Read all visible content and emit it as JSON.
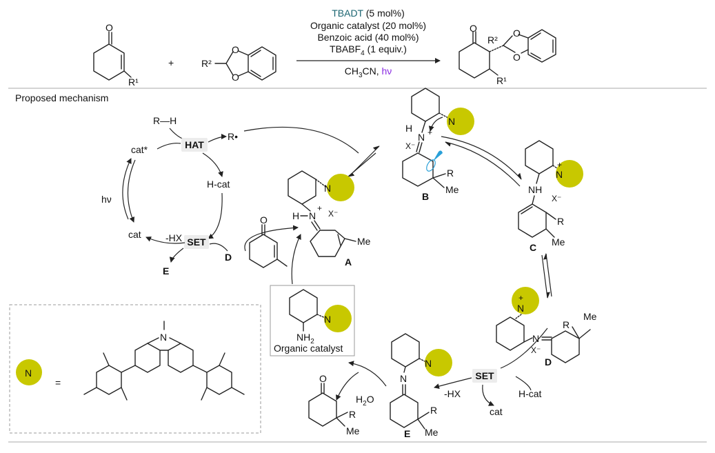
{
  "colors": {
    "teal": "#1a6470",
    "violet": "#8a2be2",
    "red": "#d01010",
    "label_bg": "#ececec",
    "ball": "#c8c800",
    "orbital": "#2aa0d8"
  },
  "reaction": {
    "sm_R1": "R¹",
    "reagent_R2": "R²",
    "cond_tbadt": "TBADT",
    "cond_tbadt_amt": " (5 mol%)",
    "cond_org": "Organic catalyst (20 mol%)",
    "cond_benzoic": "Benzoic acid (40 mol%)",
    "cond_tbabf_a": "TBABF",
    "cond_tbabf_sub": "4",
    "cond_tbabf_b": " (1 equiv.)",
    "cond_solv_a": "CH",
    "cond_solv_sub": "3",
    "cond_solv_b": "CN, ",
    "cond_hv": "hν",
    "prod_R1": "R¹",
    "prod_R2": "R²",
    "plus": "+"
  },
  "mechanism": {
    "title": "Proposed mechanism",
    "rh": "R—H",
    "hat": "HAT",
    "rdot": "R•",
    "catstar": "cat*",
    "hcat": "H-cat",
    "hv": "hν",
    "cat": "cat",
    "hx": "-HX",
    "set": "SET",
    "label_d": "D",
    "label_e": "E"
  },
  "intermediates": {
    "A": "A",
    "B": "B",
    "C": "C",
    "D": "D",
    "E": "E",
    "me": "Me",
    "r": "R",
    "x": "X⁻",
    "h2o_a": "H",
    "h2o_sub": "2",
    "h2o_b": "O",
    "hx2": "-HX",
    "hcat2": "H-cat",
    "cat2": "cat",
    "set2": "SET",
    "nh": "NH",
    "nh2_a": "NH",
    "nh2_sub": "2",
    "n": "N",
    "h": "H",
    "o": "O",
    "plus": "+",
    "dots": "••",
    "organic_catalyst": "Organic catalyst"
  },
  "legend": {
    "equals": "=",
    "n": "N"
  }
}
